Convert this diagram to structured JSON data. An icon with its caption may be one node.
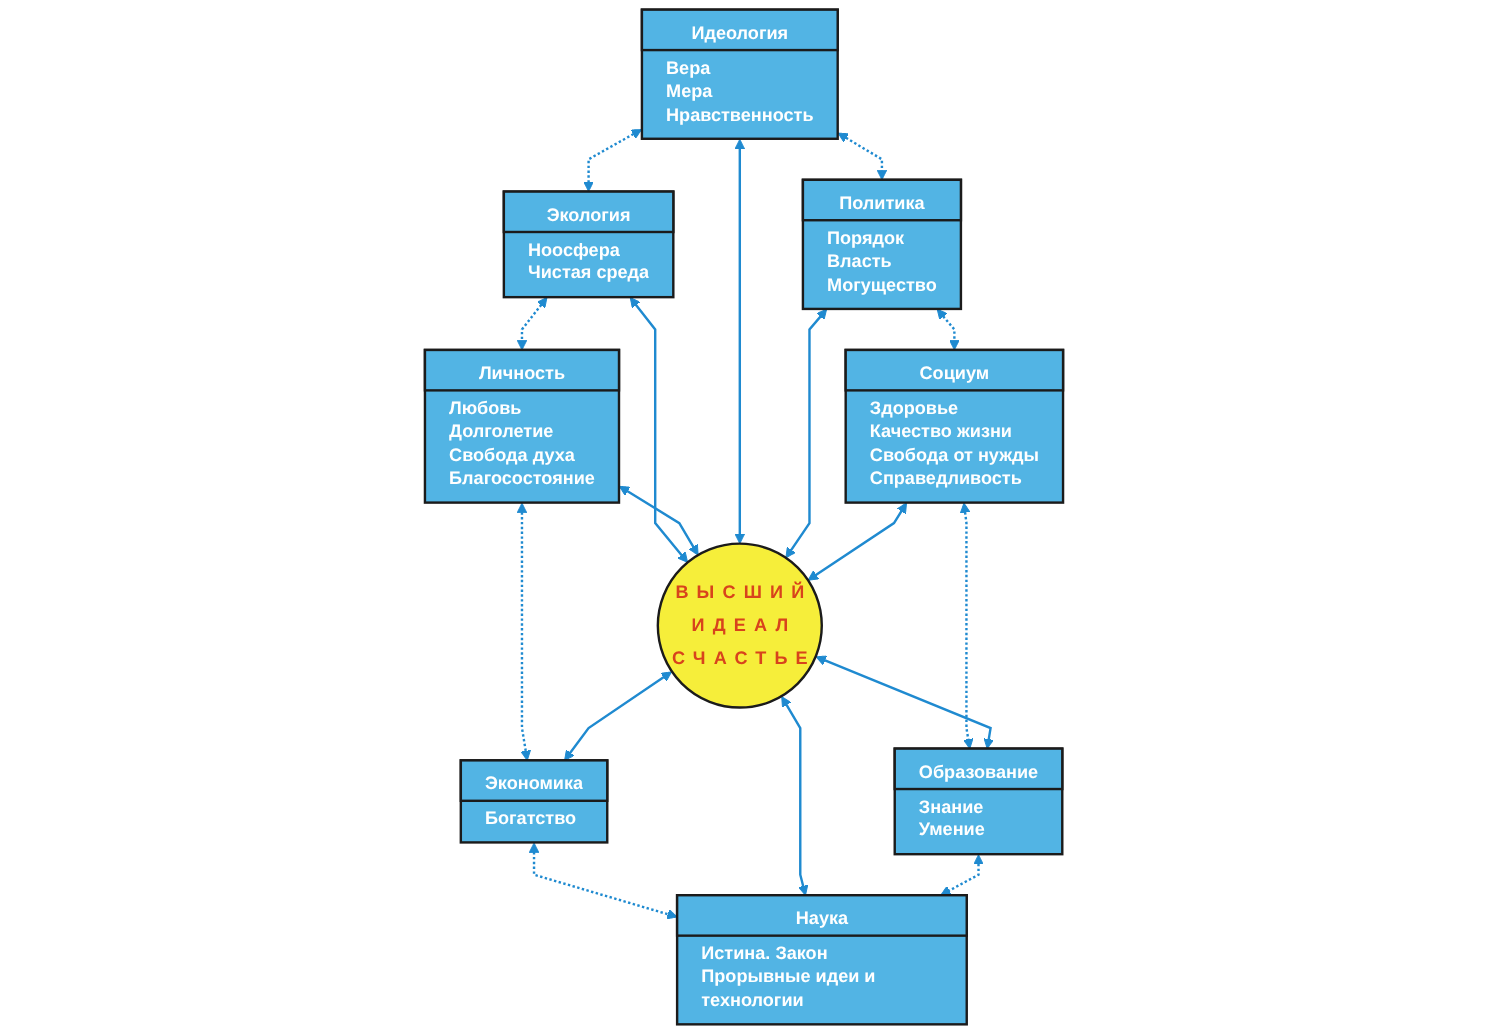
{
  "diagram": {
    "nodes": [
      {
        "text": [
          "Идеология",
          "Вера",
          "Мера",
          "Нравственность"
        ]
      },
      {
        "text": [
          "Экология",
          "Ноосфера",
          "Чистая среда"
        ]
      },
      {
        "text": [
          "Политика",
          "Порядок",
          "Власть",
          "Могущество"
        ]
      },
      {
        "text": [
          "Личность",
          "Любовь",
          "Долголетие",
          "Свобода духа",
          "Благосостояние"
        ]
      },
      {
        "text": [
          "ВЫСШИЙ ИДЕАЛ СЧАСТЬЕ"
        ]
      },
      {
        "text": [
          "Социум",
          "Здоровье",
          "Качество жизни",
          "Свобода от нужды",
          "Справедливость"
        ]
      },
      {
        "text": [
          "Экономика",
          "Богатство"
        ]
      },
      {
        "text": [
          "Образование",
          "Знание",
          "Умение"
        ]
      },
      {
        "text": [
          "Наука",
          "Истина. Закон",
          "Прорывные идеи и технологии"
        ]
      }
    ],
    "edges": [
      {
        "from": 0,
        "to": 1,
        "arrow": "both",
        "style": "dashed"
      },
      {
        "from": 1,
        "to": 4,
        "arrow": "both"
      },
      {
        "from": 1,
        "to": 3,
        "arrow": "both",
        "style": "dashed"
      },
      {
        "from": 3,
        "to": 4,
        "arrow": "both"
      },
      {
        "from": 3,
        "to": 6,
        "arrow": "both",
        "style": "dashed"
      },
      {
        "from": 4,
        "to": 6,
        "arrow": "both"
      },
      {
        "from": 6,
        "to": 8,
        "arrow": "both",
        "style": "dashed"
      },
      {
        "from": 0,
        "to": 4,
        "arrow": "both"
      },
      {
        "from": 4,
        "to": 8,
        "arrow": "both"
      },
      {
        "from": 0,
        "to": 2,
        "arrow": "both",
        "style": "dashed"
      },
      {
        "from": 2,
        "to": 4,
        "arrow": "both"
      },
      {
        "from": 2,
        "to": 5,
        "arrow": "both",
        "style": "dashed"
      },
      {
        "from": 5,
        "to": 4,
        "arrow": "both"
      },
      {
        "from": 5,
        "to": 7,
        "arrow": "both",
        "style": "dashed"
      },
      {
        "from": 4,
        "to": 7,
        "arrow": "both"
      },
      {
        "from": 7,
        "to": 8,
        "arrow": "both",
        "style": "dashed"
      }
    ]
  }
}
